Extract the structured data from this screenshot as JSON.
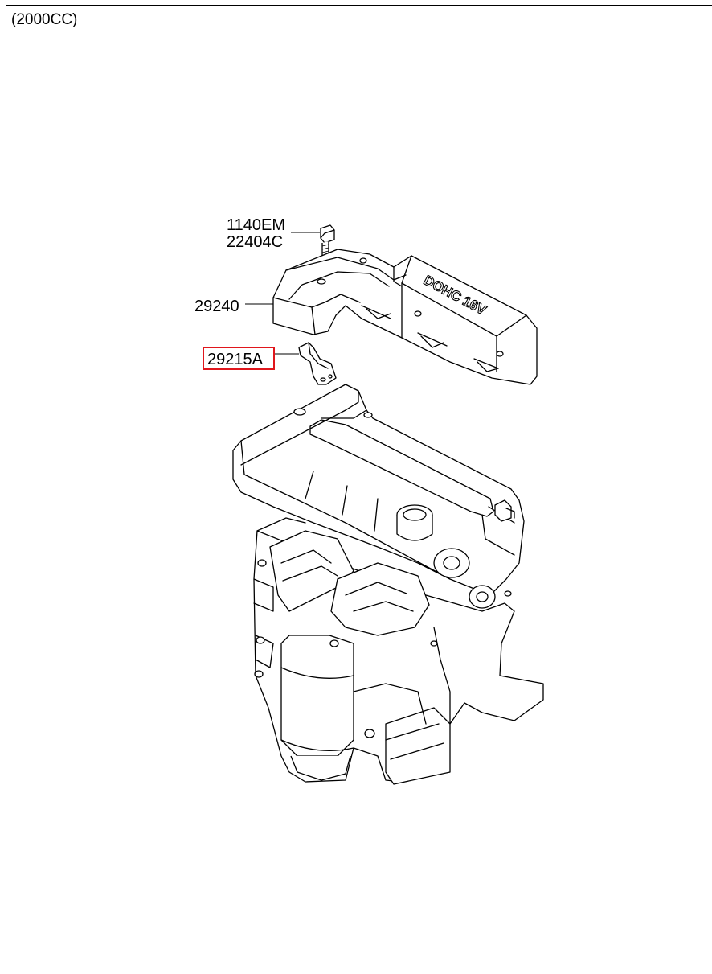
{
  "diagram": {
    "engine_variant": "(2000CC)",
    "labels": {
      "bolt_part_a": "1140EM",
      "bolt_part_b": "22404C",
      "cover_part": "29240",
      "bracket_part": "29215A",
      "cover_lettering": "DOHC 16V"
    },
    "highlight_color": "#e0161c"
  }
}
